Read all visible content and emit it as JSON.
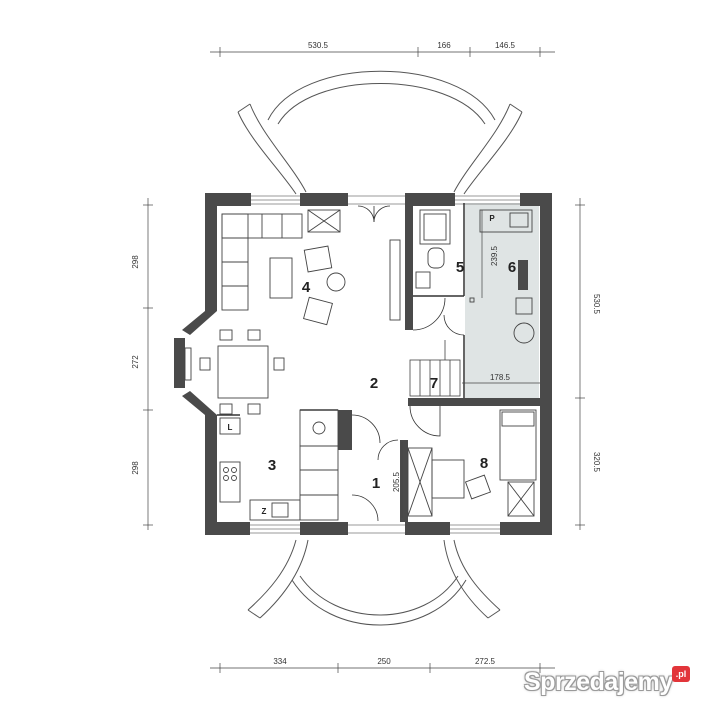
{
  "colors": {
    "wall": "#4a4a4a",
    "line": "#333333",
    "room_grey": "#dfe4e4",
    "background": "#ffffff",
    "badge": "#e2353a"
  },
  "dimensions": {
    "top": [
      "530.5",
      "166",
      "146.5"
    ],
    "bottom": [
      "334",
      "250",
      "272.5"
    ],
    "left": [
      "298",
      "272",
      "298"
    ],
    "right": [
      "530.5",
      "320.5"
    ],
    "interior": {
      "room6_depth": "239.5",
      "stair_width": "178.5",
      "hall_width": "205.5"
    }
  },
  "rooms": [
    "1",
    "2",
    "3",
    "4",
    "5",
    "6",
    "7",
    "8"
  ],
  "labels": {
    "pantry_p": "P",
    "fridge_l": "L",
    "sink_z": "Z"
  },
  "watermark": {
    "text": "Sprzedajemy",
    "badge": ".pl"
  }
}
